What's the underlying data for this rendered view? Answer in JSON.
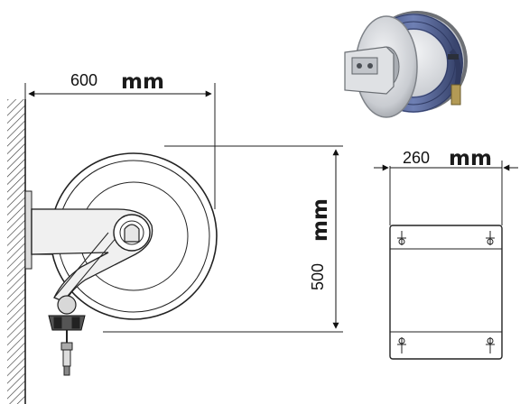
{
  "dimensions": {
    "width": {
      "value": "600",
      "unit": "mm"
    },
    "height": {
      "value": "500",
      "unit": "mm"
    },
    "depth": {
      "value": "260",
      "unit": "mm"
    }
  },
  "photo": {
    "subject": "hose reel",
    "hose_color": "#5a6a9a",
    "frame_color": "#b8bcc2"
  }
}
